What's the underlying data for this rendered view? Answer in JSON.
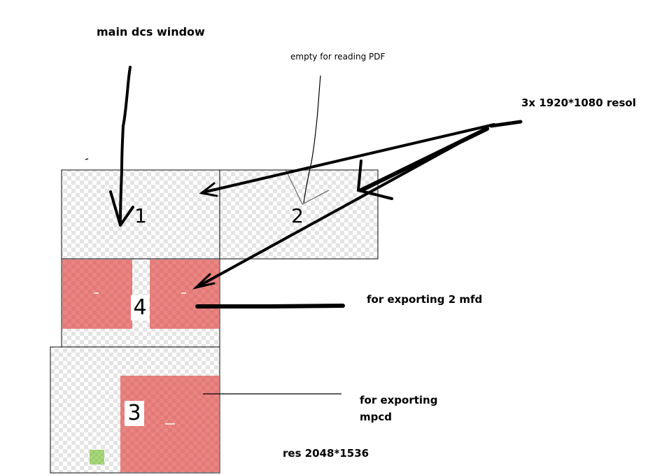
{
  "labels": {
    "main_window": "main dcs window",
    "pdf_note": "empty for reading PDF",
    "resolution_top": "3x 1920*1080 resol",
    "export_mfd": "for exporting 2 mfd",
    "export_mpcd": "for exporting mpcd",
    "resolution_bottom": "res 2048*1536"
  },
  "screens": {
    "screen_1": "1",
    "screen_2": "2",
    "screen_4": "4",
    "screen_3": "3"
  },
  "colors": {
    "checker_light": "#ffffff",
    "checker_dark": "#e6e6e6",
    "export_region": "#e8817f",
    "small_green": "#a8d67a",
    "outline": "#333333",
    "ink": "#000000"
  }
}
